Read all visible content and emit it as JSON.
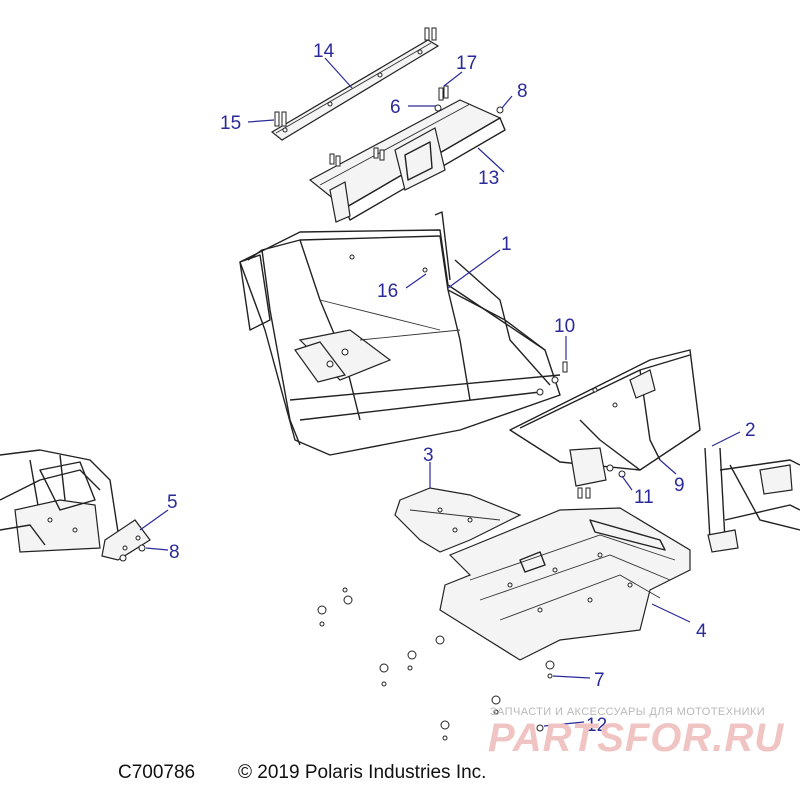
{
  "diagram": {
    "drawing_id": "C700786",
    "copyright": "© 2019 Polaris Industries Inc.",
    "watermark": {
      "tagline": "ЗАПЧАСТИ И АКСЕССУАРЫ ДЛЯ МОТОТЕХНИКИ",
      "brand": "PARTSFOR.RU"
    },
    "callouts": [
      {
        "id": "callout-1",
        "label": "1"
      },
      {
        "id": "callout-2",
        "label": "2"
      },
      {
        "id": "callout-3",
        "label": "3"
      },
      {
        "id": "callout-4",
        "label": "4"
      },
      {
        "id": "callout-5",
        "label": "5"
      },
      {
        "id": "callout-6",
        "label": "6"
      },
      {
        "id": "callout-7",
        "label": "7"
      },
      {
        "id": "callout-8a",
        "label": "8"
      },
      {
        "id": "callout-8b",
        "label": "8"
      },
      {
        "id": "callout-9",
        "label": "9"
      },
      {
        "id": "callout-10",
        "label": "10"
      },
      {
        "id": "callout-11",
        "label": "11"
      },
      {
        "id": "callout-12",
        "label": "12"
      },
      {
        "id": "callout-13",
        "label": "13"
      },
      {
        "id": "callout-14",
        "label": "14"
      },
      {
        "id": "callout-15",
        "label": "15"
      },
      {
        "id": "callout-16",
        "label": "16"
      },
      {
        "id": "callout-17",
        "label": "17"
      }
    ]
  }
}
